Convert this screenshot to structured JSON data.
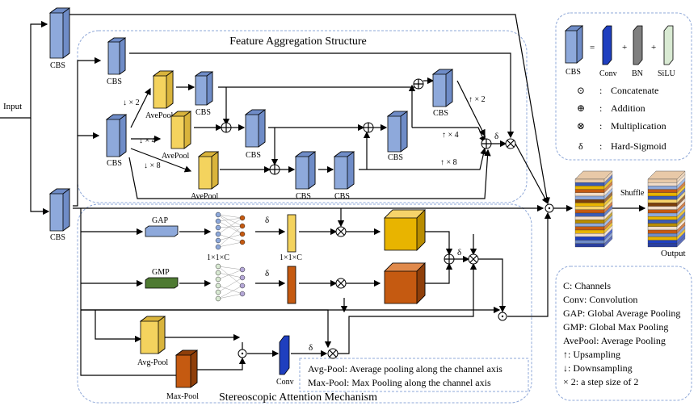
{
  "title_top": "Feature Aggregation Structure",
  "title_bottom": "Stereoscopic Attention Mechanism",
  "input_label": "Input",
  "output_label": "Output",
  "shuffle_label": "Shuffle",
  "cbs": "CBS",
  "avepool": "AvePool",
  "avg_pool": "Avg-Pool",
  "max_pool": "Max-Pool",
  "gap": "GAP",
  "gmp": "GMP",
  "conv": "Conv",
  "delta": "δ",
  "fc_1x1xc": "1×1×C",
  "down": {
    "x2": "↓ × 2",
    "x4": "↓ × 4",
    "x8": "↓ × 8"
  },
  "up": {
    "x2": "↑ × 2",
    "x4": "↑ × 4",
    "x8": "↑ × 8"
  },
  "legend_top": {
    "eq": "=",
    "plus": "+",
    "cbs": "CBS",
    "conv": "Conv",
    "bn": "BN",
    "silu": "SiLU",
    "rows": [
      {
        "sym": "⊙",
        "sep": ":",
        "text": "Concatenate"
      },
      {
        "sym": "⊕",
        "sep": ":",
        "text": "Addition"
      },
      {
        "sym": "⊗",
        "sep": ":",
        "text": "Multiplication"
      },
      {
        "sym": "δ",
        "sep": ":",
        "text": "Hard-Sigmoid"
      }
    ]
  },
  "pool_note": [
    "Avg-Pool: Average pooling along the channel axis",
    "Max-Pool: Max Pooling along the channel axis"
  ],
  "legend_bottom": [
    "C: Channels",
    "Conv: Convolution",
    "GAP: Global Average Pooling",
    "GMP: Global Max Pooling",
    "AvePool: Average Pooling",
    "↑: Upsampling",
    "↓: Downsampling",
    "× 2: a step size of 2"
  ],
  "colors": {
    "cbs": "#8ea9db",
    "avepool": "#f4d35e",
    "conv": "#1f3fbf",
    "bn": "#7f7f7f",
    "silu": "#d9ead3",
    "gap": "#8ea9db",
    "gmp": "#4e7a32",
    "orange": "#c55a11",
    "gold": "#e8b400",
    "box": "#8fa8d8"
  }
}
